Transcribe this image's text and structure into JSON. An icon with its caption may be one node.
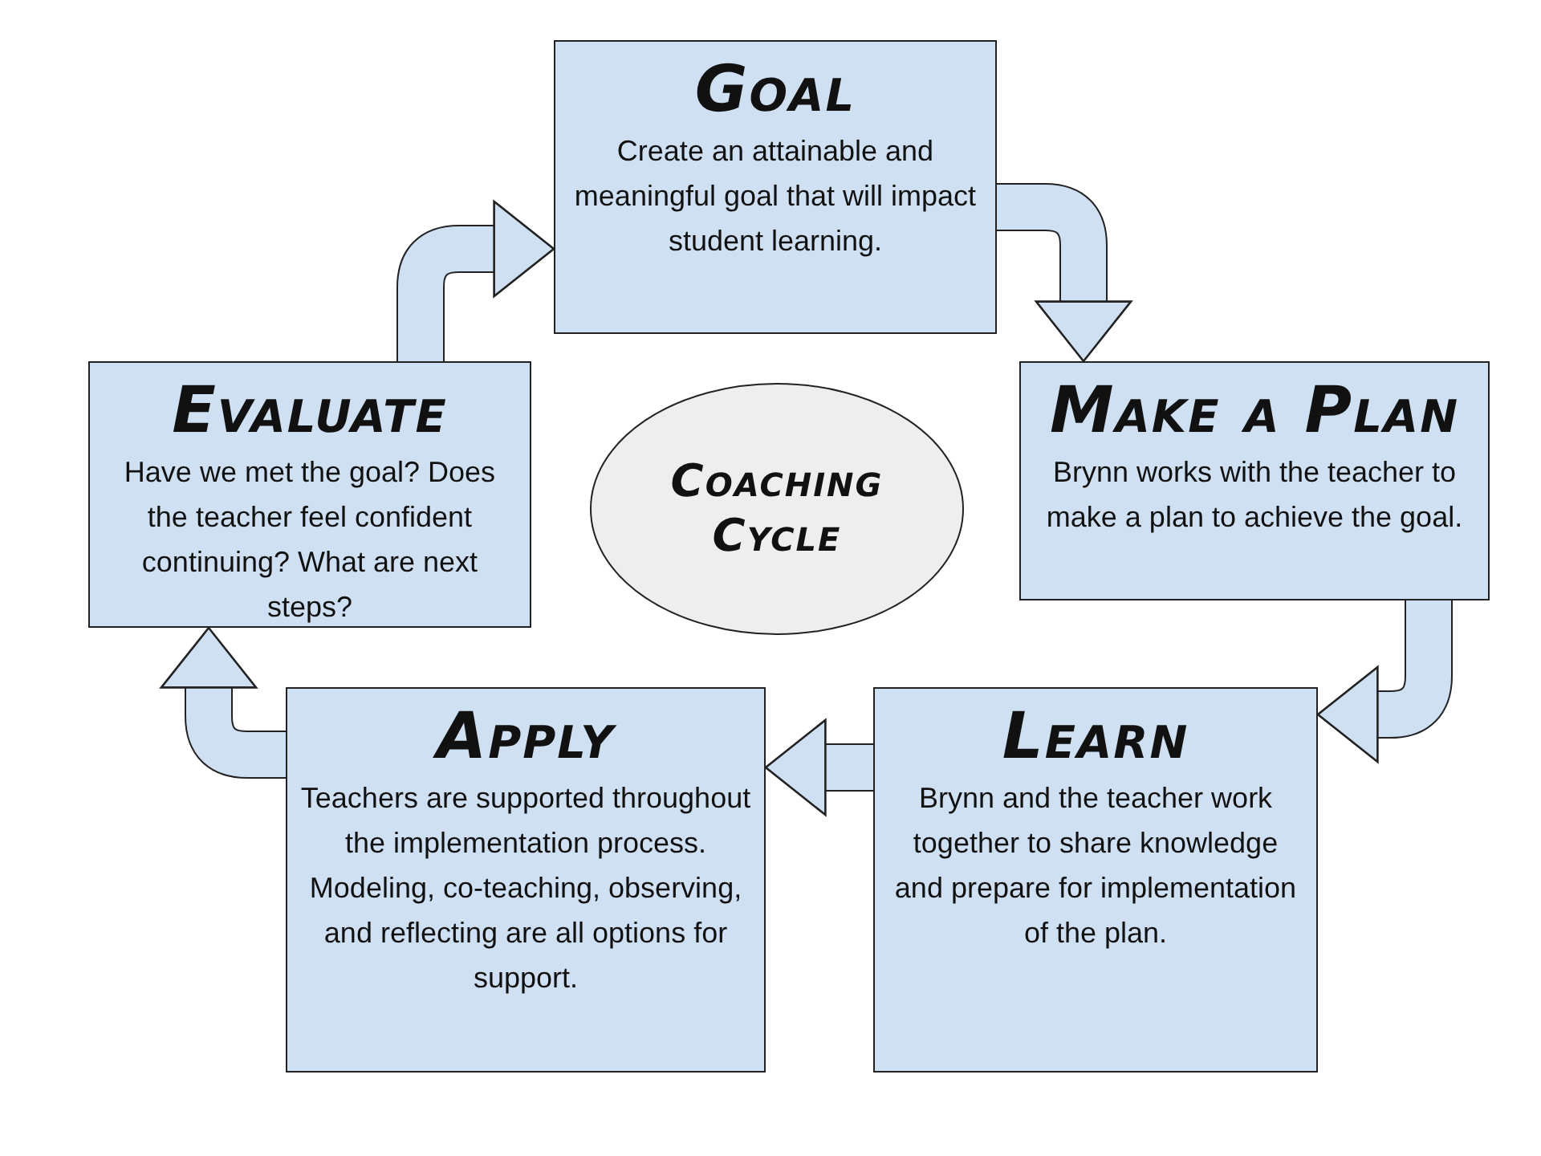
{
  "diagram": {
    "nodes": [
      {
        "text": [
          "Goal",
          "Create an attainable and meaningful goal that will impact student learning."
        ]
      },
      {
        "text": [
          "Make a Plan",
          "Brynn works with the teacher to make a plan to achieve the goal."
        ]
      },
      {
        "text": [
          "Learn",
          "Brynn and the teacher work together to share knowledge and prepare for implementation of the plan."
        ]
      },
      {
        "text": [
          "Apply",
          "Teachers are supported throughout the implementation process. Modeling, co-teaching, observing, and reflecting are all options for support."
        ]
      },
      {
        "text": [
          "Evaluate",
          "Have we met the goal? Does the teacher feel confident continuing? What are next steps?"
        ]
      },
      {
        "text": [
          "Coaching Cycle"
        ]
      }
    ],
    "edges": [
      {
        "from": 0,
        "to": 1,
        "arrow": "to"
      },
      {
        "from": 1,
        "to": 2,
        "arrow": "to"
      },
      {
        "from": 2,
        "to": 3,
        "arrow": "to"
      },
      {
        "from": 3,
        "to": 4,
        "arrow": "to"
      },
      {
        "from": 4,
        "to": 0,
        "arrow": "to"
      }
    ]
  }
}
